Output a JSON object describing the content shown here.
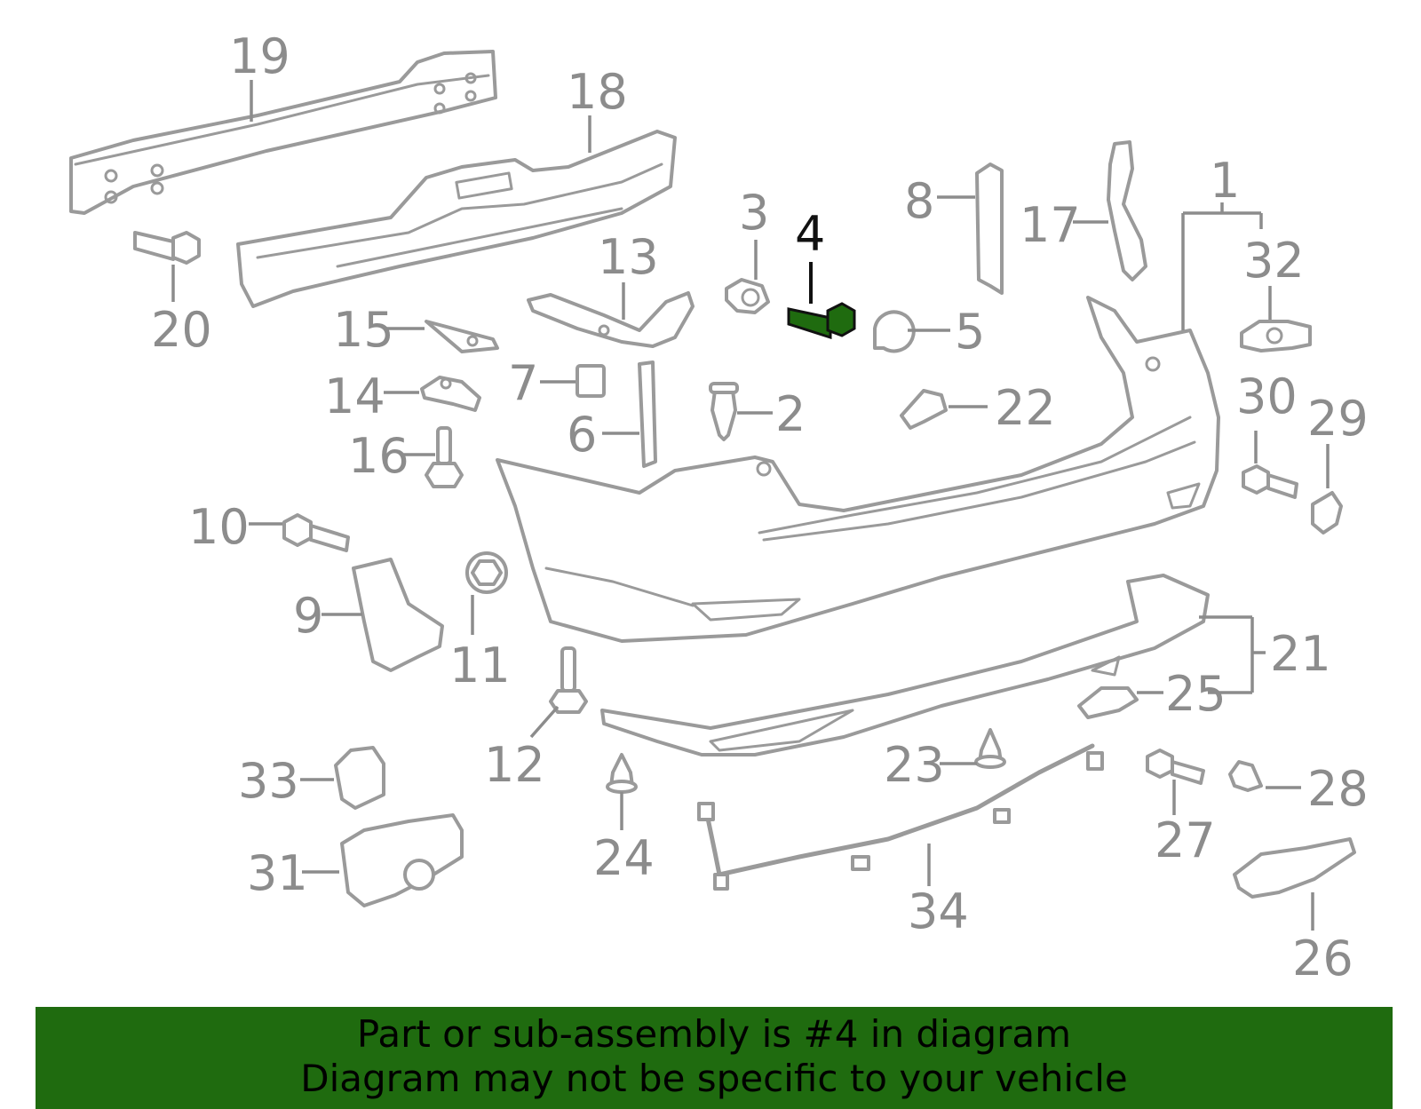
{
  "diagram": {
    "highlight_color": "#1f6b0f",
    "part_color": "#9a9a9a",
    "label_color": "#8c8c8c",
    "highlighted_part": "4",
    "callouts": {
      "c1": "1",
      "c2": "2",
      "c3": "3",
      "c4": "4",
      "c5": "5",
      "c6": "6",
      "c7": "7",
      "c8": "8",
      "c9": "9",
      "c10": "10",
      "c11": "11",
      "c12": "12",
      "c13": "13",
      "c14": "14",
      "c15": "15",
      "c16": "16",
      "c17": "17",
      "c18": "18",
      "c19": "19",
      "c20": "20",
      "c21": "21",
      "c22": "22",
      "c23": "23",
      "c24": "24",
      "c25": "25",
      "c26": "26",
      "c27": "27",
      "c28": "28",
      "c29": "29",
      "c30": "30",
      "c31": "31",
      "c32": "32",
      "c33": "33",
      "c34": "34"
    }
  },
  "banner": {
    "background": "#1f6b0f",
    "line1": "Part or sub-assembly is #4 in diagram",
    "line2": "Diagram may not be specific to your vehicle"
  }
}
